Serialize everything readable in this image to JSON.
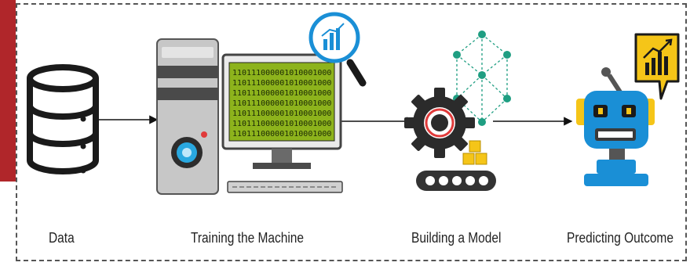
{
  "steps": [
    {
      "label": "Data"
    },
    {
      "label": "Training the Machine"
    },
    {
      "label": "Building a Model"
    },
    {
      "label": "Predicting Outcome"
    }
  ],
  "monitor": {
    "binary_lines": [
      "110111000001010001000",
      "110111000001010001000",
      "110111000001010001000",
      "110111000001010001000",
      "110111000001010001000",
      "110111000001010001000",
      "110111000001010001000"
    ]
  },
  "colors": {
    "accent_red": "#b0262a",
    "screen_green": "#8db31c",
    "robot_blue": "#1a8fd6",
    "network_teal": "#1f9e82",
    "gear_dark": "#2b2b2b",
    "yellow": "#f5c518"
  }
}
